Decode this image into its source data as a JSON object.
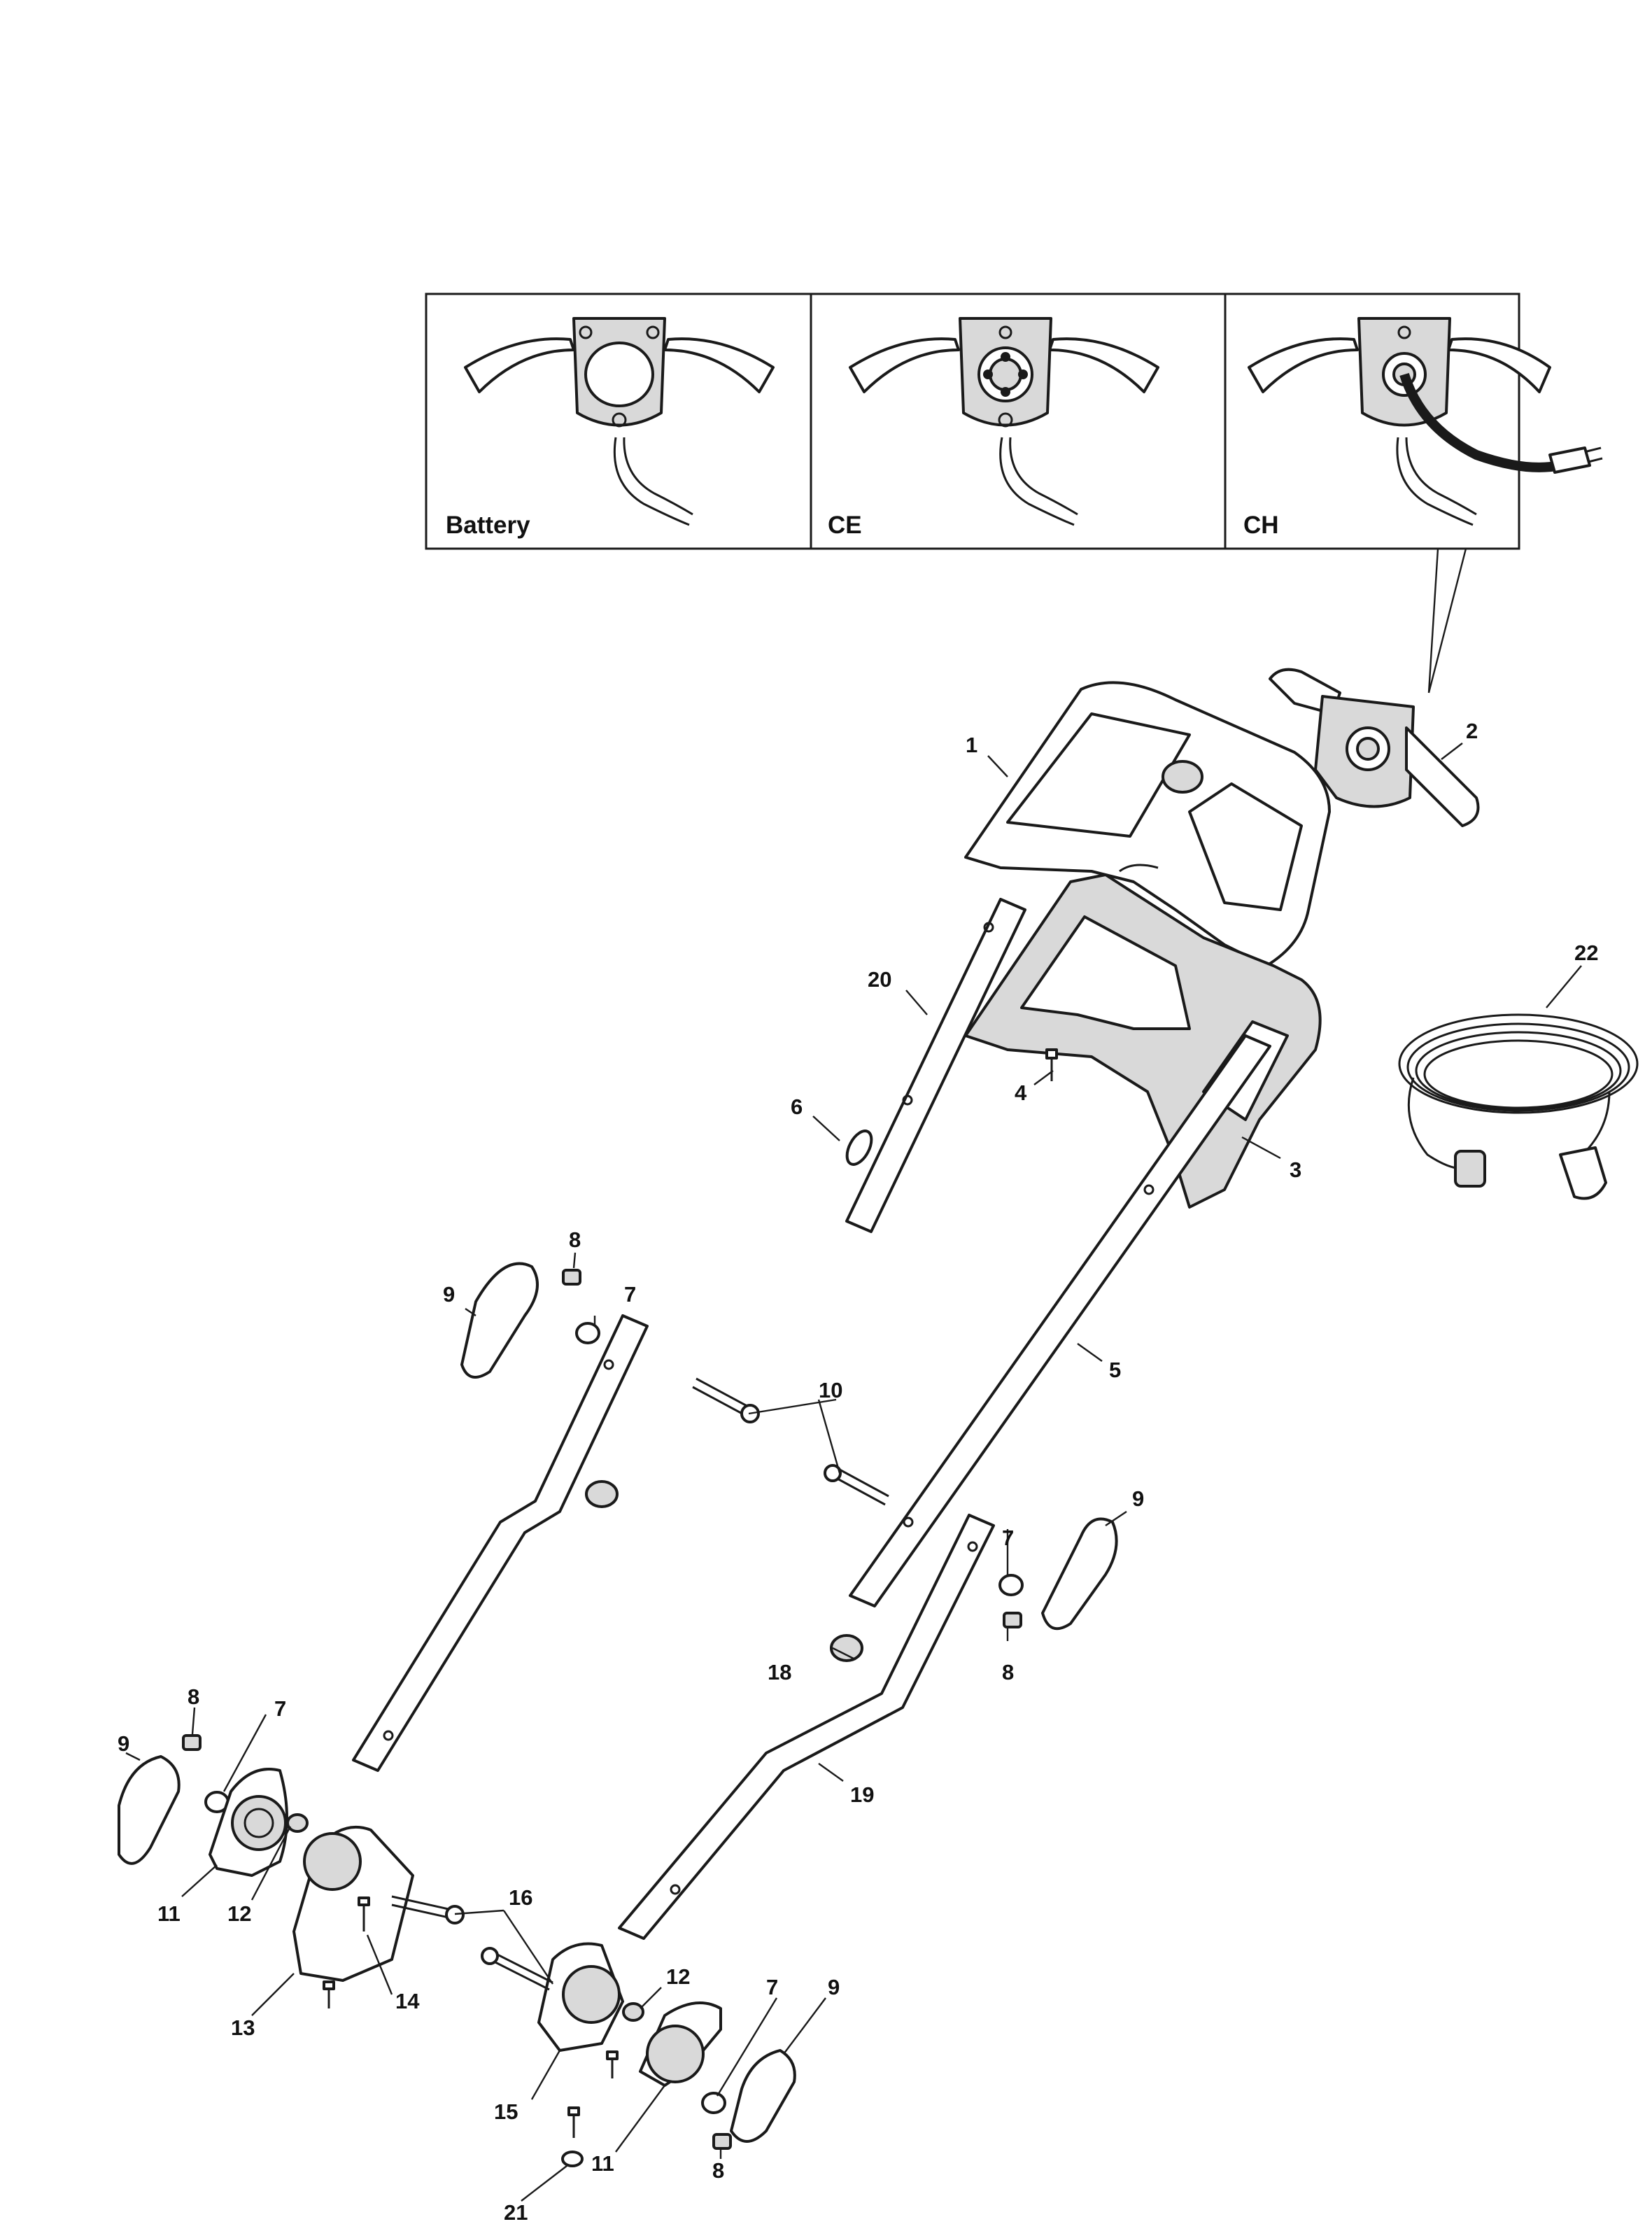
{
  "insets": [
    {
      "id": "battery",
      "label": "Battery"
    },
    {
      "id": "ce",
      "label": "CE"
    },
    {
      "id": "ch",
      "label": "CH"
    }
  ],
  "callouts": [
    "1",
    "2",
    "3",
    "4",
    "5",
    "6",
    "7",
    "8",
    "9",
    "10",
    "11",
    "12",
    "13",
    "14",
    "15",
    "16",
    "18",
    "19",
    "20",
    "21",
    "22"
  ],
  "colors": {
    "line": "#1a1a1a",
    "fill": "#ffffff",
    "shade": "#d9d9d9"
  }
}
